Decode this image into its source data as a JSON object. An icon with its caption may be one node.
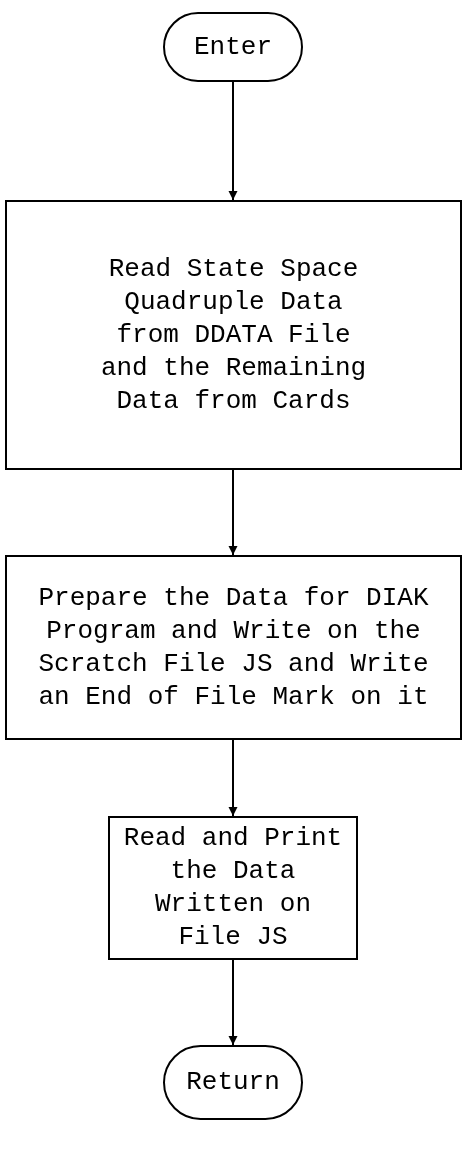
{
  "diagram": {
    "nodes": [
      {
        "text": [
          "Enter"
        ]
      },
      {
        "text": [
          "Read State Space Quadruple Data from DDATA File and the Remaining Data from Cards"
        ]
      },
      {
        "text": [
          "Prepare the Data for DIAK Program and Write on the Scratch File JS and Write an End of File Mark on it"
        ]
      },
      {
        "text": [
          "Read and Print the Data Written on File JS"
        ]
      },
      {
        "text": [
          "Return"
        ]
      }
    ],
    "edges": [
      {
        "from": 0,
        "to": 1,
        "arrow": "to"
      },
      {
        "from": 1,
        "to": 2,
        "arrow": "to"
      },
      {
        "from": 2,
        "to": 3,
        "arrow": "to"
      },
      {
        "from": 3,
        "to": 4,
        "arrow": "to"
      }
    ]
  }
}
